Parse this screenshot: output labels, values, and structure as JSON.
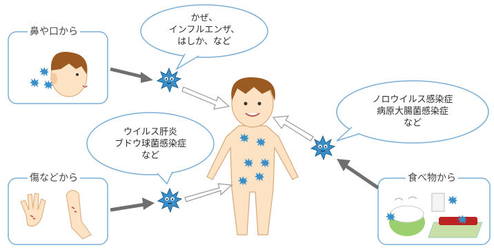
{
  "sources": {
    "nose_mouth": "鼻や口から",
    "wound": "傷などから",
    "food": "食べ物から"
  },
  "bubbles": {
    "respiratory": [
      "かぜ、",
      "インフルエンザ、",
      "はしか、など"
    ],
    "wound": [
      "ウイルス肝炎",
      "ブドウ球菌感染症",
      "など"
    ],
    "food": [
      "ノロウイルス感染症",
      "病原大腸菌感染症",
      "など"
    ]
  },
  "colors": {
    "box_border": "#7aaed6",
    "virus": "#3b8fc9",
    "arrow_dark": "#6f6f6f",
    "arrow_light": "#d2d2d2",
    "skin": "#fde2c4",
    "hair": "#9b5a22"
  }
}
